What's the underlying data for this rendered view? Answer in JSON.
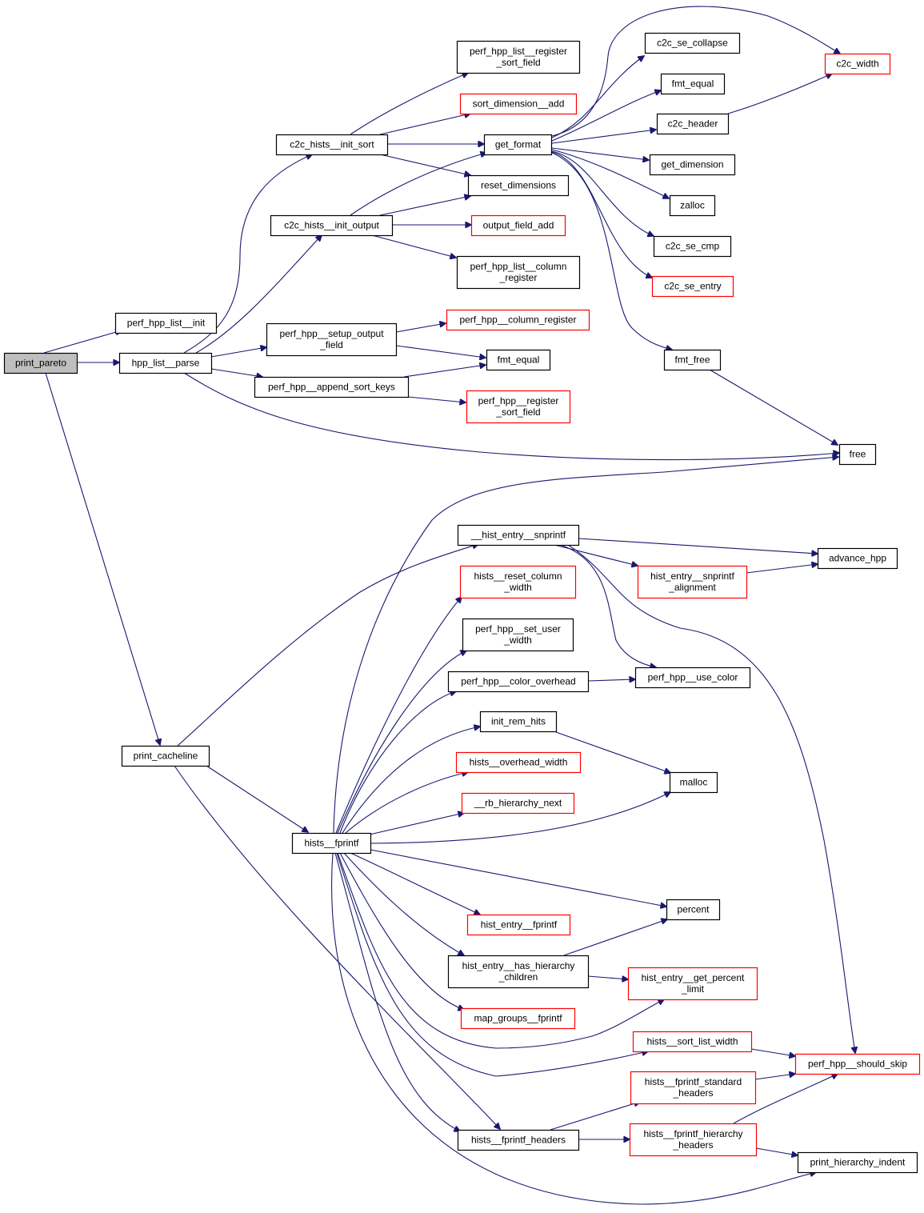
{
  "title": "print_pareto call graph",
  "colors": {
    "edge": "#191970",
    "node_border_documented": "#000000",
    "node_border_undocumented": "#ff0000",
    "root_fill": "#bfbfbf",
    "node_fill": "#ffffff"
  },
  "nodes": [
    {
      "id": "print_pareto",
      "lines": [
        "print_pareto"
      ],
      "kind": "root"
    },
    {
      "id": "perf_hpp_list__init",
      "lines": [
        "perf_hpp_list__init"
      ],
      "kind": "normal"
    },
    {
      "id": "hpp_list__parse",
      "lines": [
        "hpp_list__parse"
      ],
      "kind": "normal"
    },
    {
      "id": "print_cacheline",
      "lines": [
        "print_cacheline"
      ],
      "kind": "normal"
    },
    {
      "id": "c2c_hists__init_sort",
      "lines": [
        "c2c_hists__init_sort"
      ],
      "kind": "normal"
    },
    {
      "id": "c2c_hists__init_output",
      "lines": [
        "c2c_hists__init_output"
      ],
      "kind": "normal"
    },
    {
      "id": "perf_hpp__setup_output_field",
      "lines": [
        "perf_hpp__setup_output",
        "_field"
      ],
      "kind": "normal"
    },
    {
      "id": "perf_hpp__append_sort_keys",
      "lines": [
        "perf_hpp__append_sort_keys"
      ],
      "kind": "normal"
    },
    {
      "id": "perf_hpp_list__register_sort_field",
      "lines": [
        "perf_hpp_list__register",
        "_sort_field"
      ],
      "kind": "normal"
    },
    {
      "id": "sort_dimension__add",
      "lines": [
        "sort_dimension__add"
      ],
      "kind": "undoc"
    },
    {
      "id": "get_format",
      "lines": [
        "get_format"
      ],
      "kind": "normal"
    },
    {
      "id": "reset_dimensions",
      "lines": [
        "reset_dimensions"
      ],
      "kind": "normal"
    },
    {
      "id": "output_field_add",
      "lines": [
        "output_field_add"
      ],
      "kind": "undoc"
    },
    {
      "id": "perf_hpp_list__column_register",
      "lines": [
        "perf_hpp_list__column",
        "_register"
      ],
      "kind": "normal"
    },
    {
      "id": "perf_hpp__column_register",
      "lines": [
        "perf_hpp__column_register"
      ],
      "kind": "undoc"
    },
    {
      "id": "fmt_equal_2",
      "lines": [
        "fmt_equal"
      ],
      "kind": "normal"
    },
    {
      "id": "perf_hpp__register_sort_field",
      "lines": [
        "perf_hpp__register",
        "_sort_field"
      ],
      "kind": "undoc"
    },
    {
      "id": "c2c_se_collapse",
      "lines": [
        "c2c_se_collapse"
      ],
      "kind": "normal"
    },
    {
      "id": "fmt_equal_1",
      "lines": [
        "fmt_equal"
      ],
      "kind": "normal"
    },
    {
      "id": "c2c_header",
      "lines": [
        "c2c_header"
      ],
      "kind": "normal"
    },
    {
      "id": "get_dimension",
      "lines": [
        "get_dimension"
      ],
      "kind": "normal"
    },
    {
      "id": "zalloc",
      "lines": [
        "zalloc"
      ],
      "kind": "normal"
    },
    {
      "id": "c2c_se_cmp",
      "lines": [
        "c2c_se_cmp"
      ],
      "kind": "normal"
    },
    {
      "id": "c2c_se_entry",
      "lines": [
        "c2c_se_entry"
      ],
      "kind": "undoc"
    },
    {
      "id": "fmt_free",
      "lines": [
        "fmt_free"
      ],
      "kind": "normal"
    },
    {
      "id": "c2c_width",
      "lines": [
        "c2c_width"
      ],
      "kind": "undoc"
    },
    {
      "id": "free",
      "lines": [
        "free"
      ],
      "kind": "normal"
    },
    {
      "id": "__hist_entry__snprintf",
      "lines": [
        "__hist_entry__snprintf"
      ],
      "kind": "normal"
    },
    {
      "id": "hists__reset_column_width",
      "lines": [
        "hists__reset_column",
        "_width"
      ],
      "kind": "undoc"
    },
    {
      "id": "perf_hpp__set_user_width",
      "lines": [
        "perf_hpp__set_user",
        "_width"
      ],
      "kind": "normal"
    },
    {
      "id": "perf_hpp__color_overhead",
      "lines": [
        "perf_hpp__color_overhead"
      ],
      "kind": "normal"
    },
    {
      "id": "init_rem_hits",
      "lines": [
        "init_rem_hits"
      ],
      "kind": "normal"
    },
    {
      "id": "hists__overhead_width",
      "lines": [
        "hists__overhead_width"
      ],
      "kind": "undoc"
    },
    {
      "id": "__rb_hierarchy_next",
      "lines": [
        "__rb_hierarchy_next"
      ],
      "kind": "undoc"
    },
    {
      "id": "hists__fprintf",
      "lines": [
        "hists__fprintf"
      ],
      "kind": "normal"
    },
    {
      "id": "hist_entry__fprintf",
      "lines": [
        "hist_entry__fprintf"
      ],
      "kind": "undoc"
    },
    {
      "id": "hist_entry__has_hierarchy_children",
      "lines": [
        "hist_entry__has_hierarchy",
        "_children"
      ],
      "kind": "normal"
    },
    {
      "id": "map_groups__fprintf",
      "lines": [
        "map_groups__fprintf"
      ],
      "kind": "undoc"
    },
    {
      "id": "hists__fprintf_headers",
      "lines": [
        "hists__fprintf_headers"
      ],
      "kind": "normal"
    },
    {
      "id": "advance_hpp",
      "lines": [
        "advance_hpp"
      ],
      "kind": "normal"
    },
    {
      "id": "hist_entry__snprintf_alignment",
      "lines": [
        "hist_entry__snprintf",
        "_alignment"
      ],
      "kind": "undoc"
    },
    {
      "id": "perf_hpp__use_color",
      "lines": [
        "perf_hpp__use_color"
      ],
      "kind": "normal"
    },
    {
      "id": "malloc",
      "lines": [
        "malloc"
      ],
      "kind": "normal"
    },
    {
      "id": "percent",
      "lines": [
        "percent"
      ],
      "kind": "normal"
    },
    {
      "id": "hist_entry__get_percent_limit",
      "lines": [
        "hist_entry__get_percent",
        "_limit"
      ],
      "kind": "undoc"
    },
    {
      "id": "hists__sort_list_width",
      "lines": [
        "hists__sort_list_width"
      ],
      "kind": "undoc"
    },
    {
      "id": "hists__fprintf_standard_headers",
      "lines": [
        "hists__fprintf_standard",
        "_headers"
      ],
      "kind": "undoc"
    },
    {
      "id": "hists__fprintf_hierarchy_headers",
      "lines": [
        "hists__fprintf_hierarchy",
        "_headers"
      ],
      "kind": "undoc"
    },
    {
      "id": "perf_hpp__should_skip",
      "lines": [
        "perf_hpp__should_skip"
      ],
      "kind": "undoc"
    },
    {
      "id": "print_hierarchy_indent",
      "lines": [
        "print_hierarchy_indent"
      ],
      "kind": "normal"
    }
  ],
  "edges": [
    [
      "print_pareto",
      "perf_hpp_list__init"
    ],
    [
      "print_pareto",
      "hpp_list__parse"
    ],
    [
      "print_pareto",
      "print_cacheline"
    ],
    [
      "hpp_list__parse",
      "c2c_hists__init_sort"
    ],
    [
      "hpp_list__parse",
      "c2c_hists__init_output"
    ],
    [
      "hpp_list__parse",
      "perf_hpp__setup_output_field"
    ],
    [
      "hpp_list__parse",
      "perf_hpp__append_sort_keys"
    ],
    [
      "hpp_list__parse",
      "free"
    ],
    [
      "c2c_hists__init_sort",
      "perf_hpp_list__register_sort_field"
    ],
    [
      "c2c_hists__init_sort",
      "sort_dimension__add"
    ],
    [
      "c2c_hists__init_sort",
      "get_format"
    ],
    [
      "c2c_hists__init_sort",
      "reset_dimensions"
    ],
    [
      "c2c_hists__init_output",
      "get_format"
    ],
    [
      "c2c_hists__init_output",
      "reset_dimensions"
    ],
    [
      "c2c_hists__init_output",
      "output_field_add"
    ],
    [
      "c2c_hists__init_output",
      "perf_hpp_list__column_register"
    ],
    [
      "perf_hpp__setup_output_field",
      "perf_hpp__column_register"
    ],
    [
      "perf_hpp__setup_output_field",
      "fmt_equal_2"
    ],
    [
      "perf_hpp__append_sort_keys",
      "fmt_equal_2"
    ],
    [
      "perf_hpp__append_sort_keys",
      "perf_hpp__register_sort_field"
    ],
    [
      "get_format",
      "c2c_width"
    ],
    [
      "get_format",
      "c2c_se_collapse"
    ],
    [
      "get_format",
      "fmt_equal_1"
    ],
    [
      "get_format",
      "c2c_header"
    ],
    [
      "get_format",
      "get_dimension"
    ],
    [
      "get_format",
      "zalloc"
    ],
    [
      "get_format",
      "c2c_se_cmp"
    ],
    [
      "get_format",
      "c2c_se_entry"
    ],
    [
      "get_format",
      "fmt_free"
    ],
    [
      "c2c_header",
      "c2c_width"
    ],
    [
      "fmt_free",
      "free"
    ],
    [
      "print_cacheline",
      "__hist_entry__snprintf"
    ],
    [
      "print_cacheline",
      "hists__fprintf"
    ],
    [
      "print_cacheline",
      "hists__fprintf_headers"
    ],
    [
      "hists__fprintf",
      "free"
    ],
    [
      "hists__fprintf",
      "hists__reset_column_width"
    ],
    [
      "hists__fprintf",
      "perf_hpp__set_user_width"
    ],
    [
      "hists__fprintf",
      "perf_hpp__color_overhead"
    ],
    [
      "hists__fprintf",
      "init_rem_hits"
    ],
    [
      "hists__fprintf",
      "hists__overhead_width"
    ],
    [
      "hists__fprintf",
      "__rb_hierarchy_next"
    ],
    [
      "hists__fprintf",
      "malloc"
    ],
    [
      "hists__fprintf",
      "percent"
    ],
    [
      "hists__fprintf",
      "hist_entry__fprintf"
    ],
    [
      "hists__fprintf",
      "hist_entry__has_hierarchy_children"
    ],
    [
      "hists__fprintf",
      "map_groups__fprintf"
    ],
    [
      "hists__fprintf",
      "hist_entry__get_percent_limit"
    ],
    [
      "hists__fprintf",
      "hists__sort_list_width"
    ],
    [
      "hists__fprintf",
      "hists__fprintf_headers"
    ],
    [
      "hists__fprintf",
      "print_hierarchy_indent"
    ],
    [
      "__hist_entry__snprintf",
      "advance_hpp"
    ],
    [
      "__hist_entry__snprintf",
      "hist_entry__snprintf_alignment"
    ],
    [
      "__hist_entry__snprintf",
      "perf_hpp__use_color"
    ],
    [
      "__hist_entry__snprintf",
      "perf_hpp__should_skip"
    ],
    [
      "hist_entry__snprintf_alignment",
      "advance_hpp"
    ],
    [
      "perf_hpp__color_overhead",
      "perf_hpp__use_color"
    ],
    [
      "init_rem_hits",
      "malloc"
    ],
    [
      "hist_entry__has_hierarchy_children",
      "percent"
    ],
    [
      "hist_entry__has_hierarchy_children",
      "hist_entry__get_percent_limit"
    ],
    [
      "hists__sort_list_width",
      "perf_hpp__should_skip"
    ],
    [
      "hists__fprintf_headers",
      "hists__fprintf_standard_headers"
    ],
    [
      "hists__fprintf_headers",
      "hists__fprintf_hierarchy_headers"
    ],
    [
      "hists__fprintf_standard_headers",
      "perf_hpp__should_skip"
    ],
    [
      "hists__fprintf_hierarchy_headers",
      "perf_hpp__should_skip"
    ],
    [
      "hists__fprintf_hierarchy_headers",
      "print_hierarchy_indent"
    ]
  ]
}
